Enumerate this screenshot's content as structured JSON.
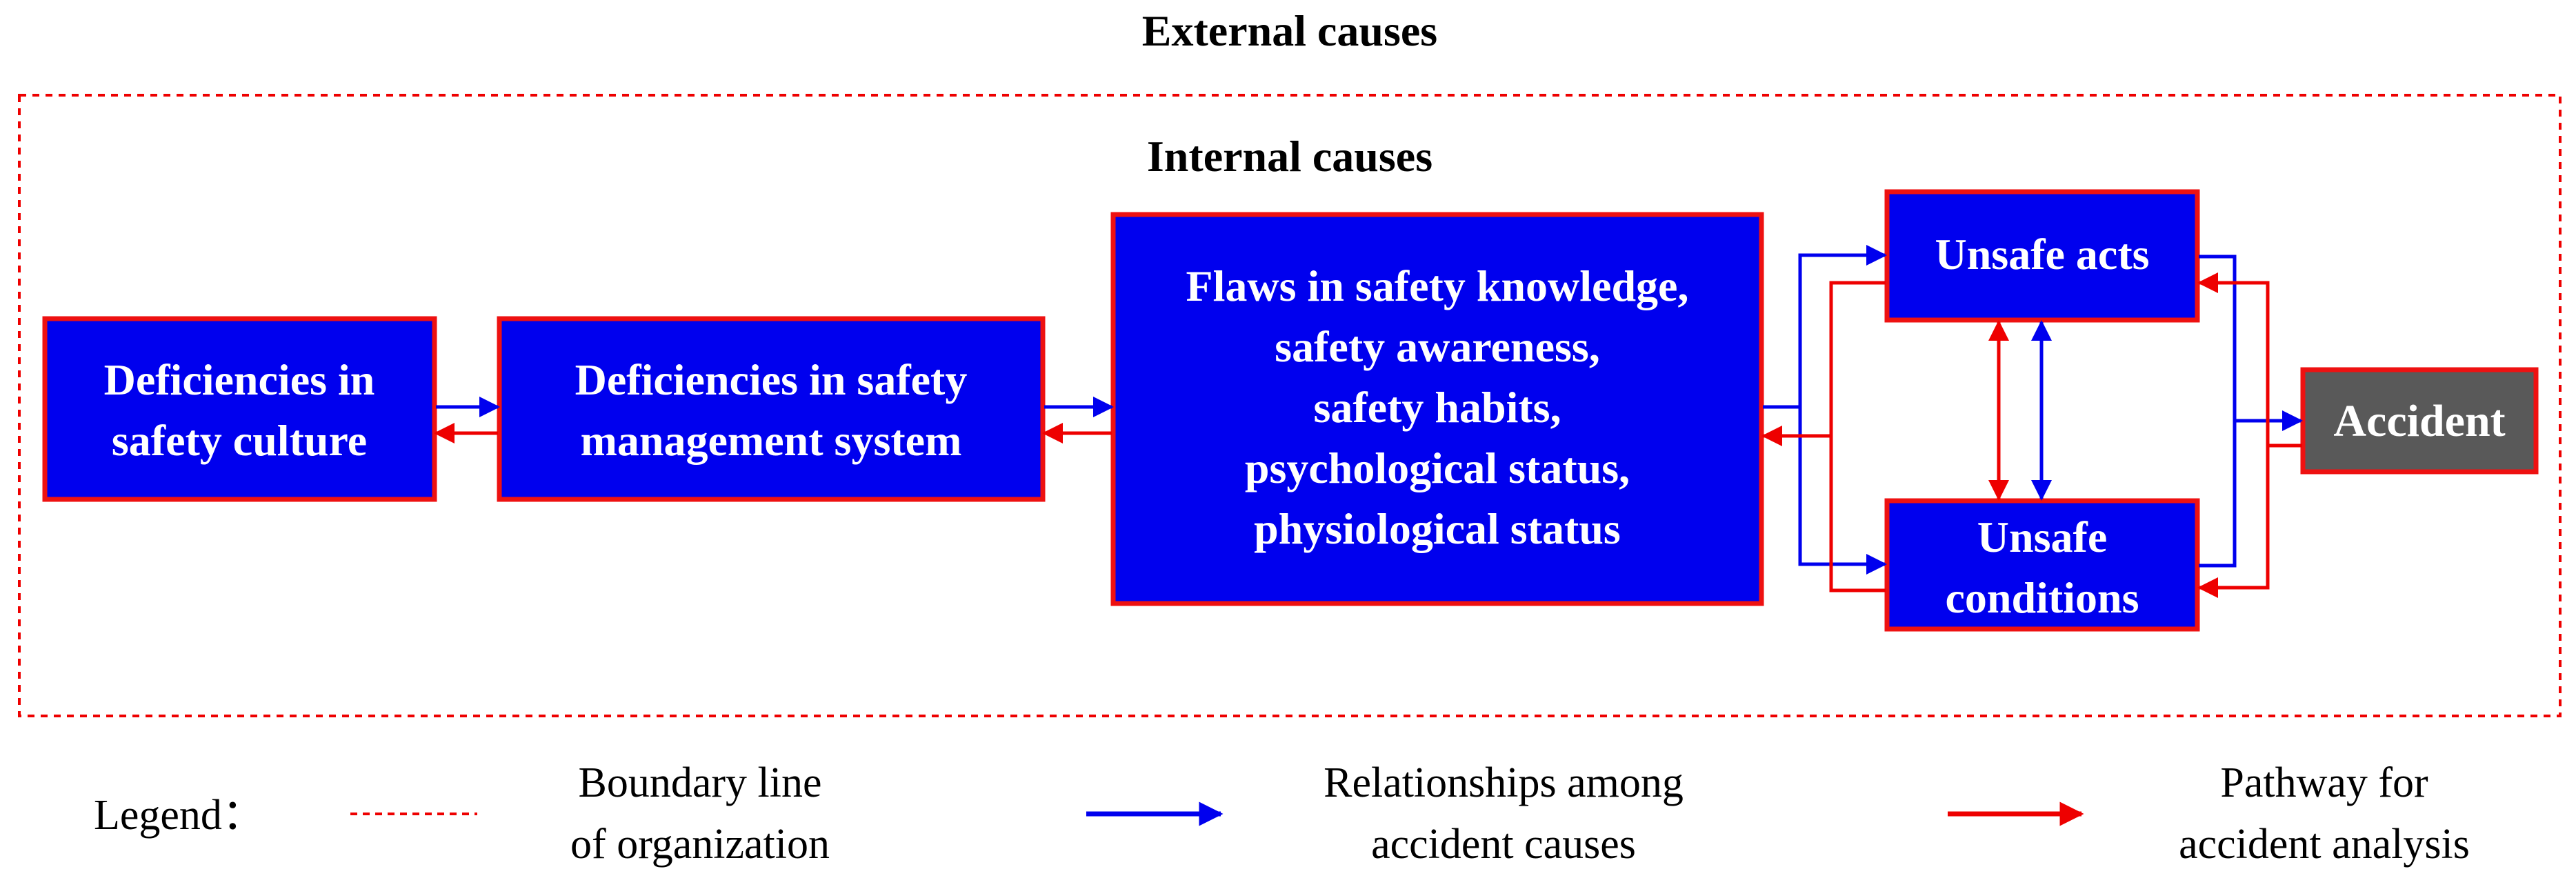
{
  "diagram": {
    "external_label": "External  causes",
    "internal_label": "Internal  causes",
    "boxes": {
      "culture": [
        "Deficiencies in",
        "safety culture"
      ],
      "management": [
        "Deficiencies in safety",
        "management system"
      ],
      "flaws": [
        "Flaws in safety knowledge,",
        "safety awareness,",
        "safety habits,",
        "psychological status,",
        "physiological status"
      ],
      "acts": [
        "Unsafe acts"
      ],
      "conditions": [
        "Unsafe",
        "conditions"
      ],
      "accident": [
        "Accident"
      ]
    }
  },
  "legend": {
    "title": "Legend：",
    "boundary": [
      "Boundary line",
      "of organization"
    ],
    "relationships": [
      "Relationships among",
      "accident causes"
    ],
    "pathway": [
      "Pathway for",
      "accident analysis"
    ]
  },
  "colors": {
    "box_fill": "#0000ee",
    "box_border": "#ee1111",
    "accident_fill": "#595959",
    "blue_arrow": "#0000ee",
    "red_arrow": "#ee0000",
    "boundary": "#ee0000"
  }
}
